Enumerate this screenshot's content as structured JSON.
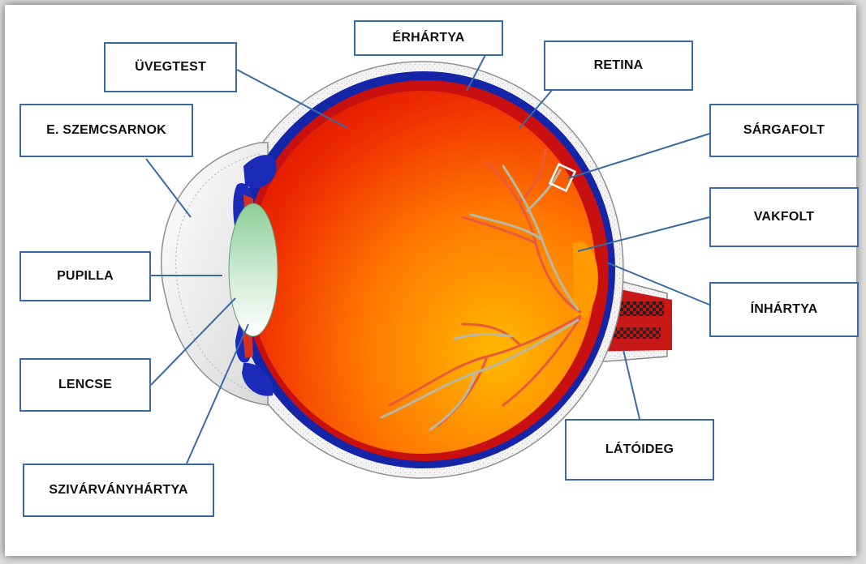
{
  "labels": {
    "uvegtest": "ÜVEGTEST",
    "erhartya": "ÉRHÁRTYA",
    "retina": "RETINA",
    "szemcsarnok": "E. SZEMCSARNOK",
    "sargafolt": "SÁRGAFOLT",
    "vakfolt": "VAKFOLT",
    "pupilla": "PUPILLA",
    "inhartya": "ÍNHÁRTYA",
    "lencse": "LENCSE",
    "latoideg": "LÁTÓIDEG",
    "szivarvanyhartya": "SZIVÁRVÁNYHÁRTYA"
  },
  "colors": {
    "box_border": "#3a6aa5",
    "leader_line": "#3a6aa5",
    "sclera": "#f4f4f4",
    "choroid": "#1525a8",
    "retina": "#c81010",
    "vitreous_light": "#ffb000",
    "vitreous_dark": "#e81800",
    "lens": "#a8d6b0"
  }
}
